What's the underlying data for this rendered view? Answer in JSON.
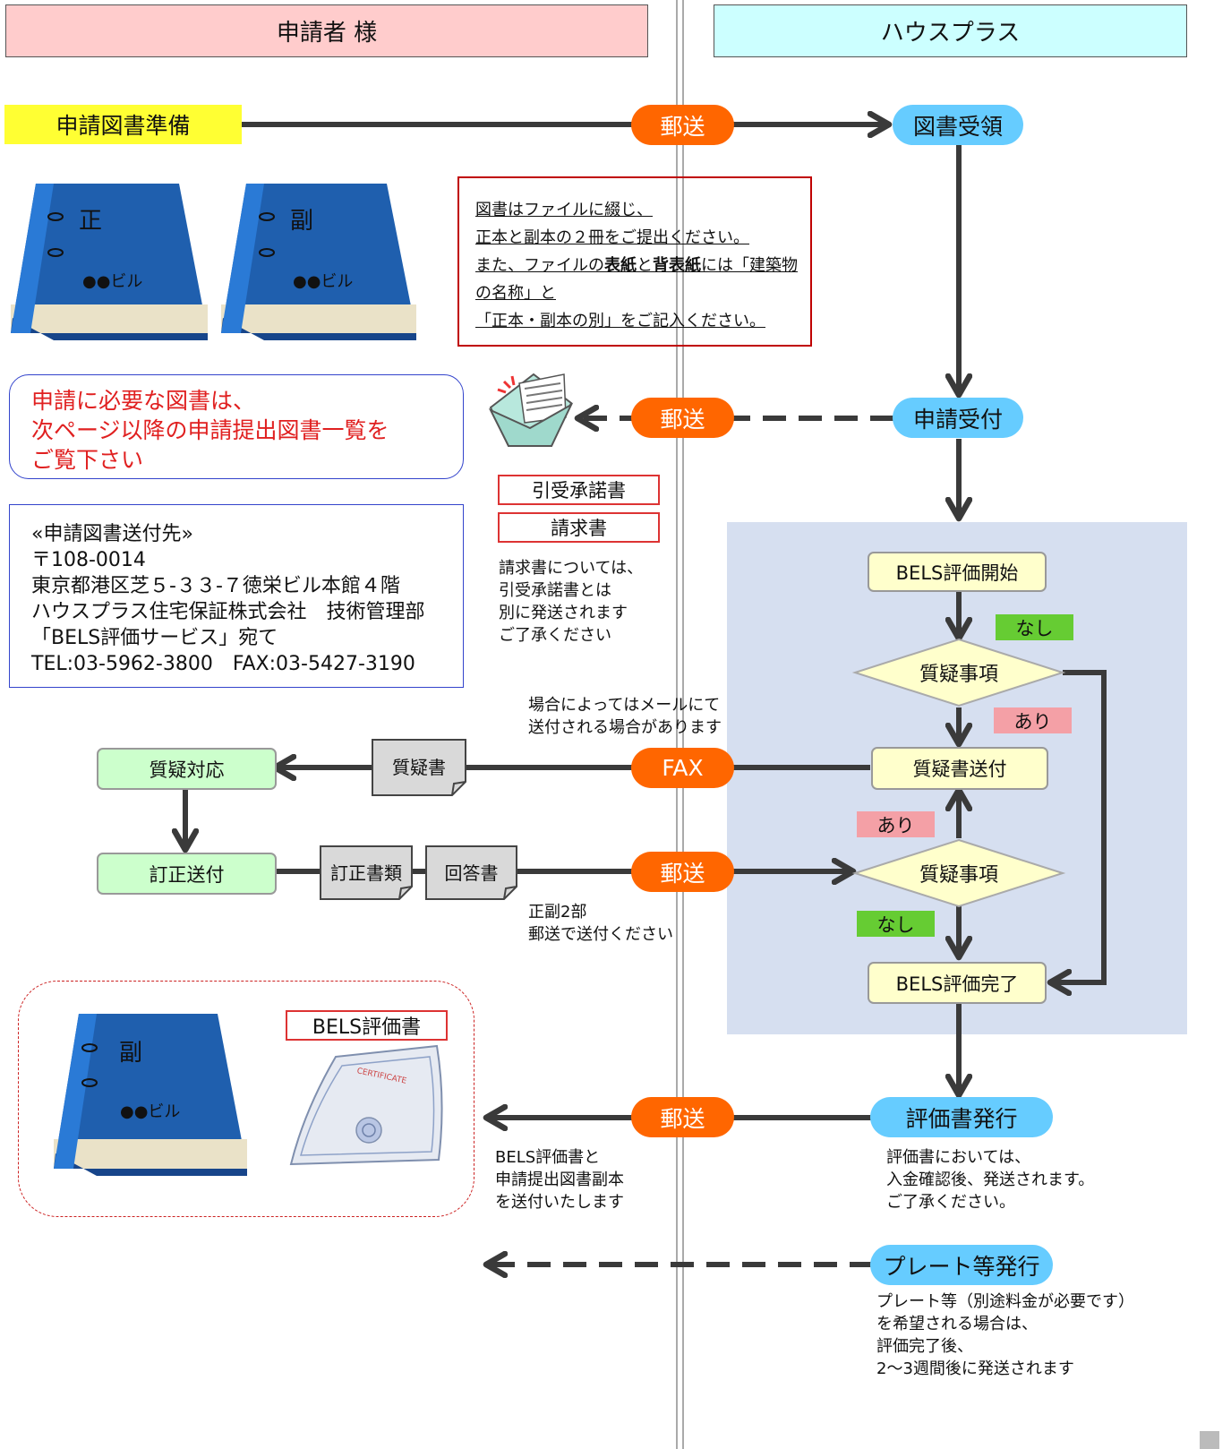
{
  "headers": {
    "left": "申請者 様",
    "right": "ハウスプラス"
  },
  "prep": "申請図書準備",
  "binders": {
    "seisho": "正",
    "fukusho": "副",
    "bldg": "●●ビル"
  },
  "pills": {
    "mail1": "郵送",
    "receipt": "図書受領",
    "mail2": "郵送",
    "accept": "申請受付",
    "fax": "FAX",
    "mail3": "郵送",
    "mail4": "郵送",
    "issue": "評価書発行",
    "plate": "プレート等発行"
  },
  "notice_lines": [
    "図書はファイルに綴じ、",
    "正本と副本の２冊をご提出ください。",
    "また、ファイルの",
    "表紙",
    "と",
    "背表紙",
    "には「建築物",
    "の名称」と",
    "「正本・副本の別」をご記入ください。"
  ],
  "required": "申請に必要な図書は、\n次ページ以降の申請提出図書一覧を\nご覧下さい",
  "address": "«申請図書送付先»\n〒108-0014\n東京都港区芝５-３３-７徳栄ビル本館４階\nハウスプラス住宅保証株式会社　技術管理部\n「BELS評価サービス」宛て\nTEL:03-5962-3800　FAX:03-5427-3190",
  "docs": {
    "acceptance": "引受承諾書",
    "invoice": "請求書"
  },
  "invoice_note": "請求書については、\n引受承諾書とは\n別に発送されます\nご了承ください",
  "flow": {
    "start": "BELS評価開始",
    "nashi1": "なし",
    "question1": "質疑事項",
    "ari1": "あり",
    "send_q": "質疑書送付",
    "ari2": "あり",
    "question2": "質疑事項",
    "nashi2": "なし",
    "complete": "BELS評価完了"
  },
  "email_note": "場合によってはメールにて\n送付される場合があります",
  "left_flow": {
    "respond": "質疑対応",
    "correct": "訂正送付"
  },
  "paper_docs": {
    "qdoc": "質疑書",
    "corr": "訂正書類",
    "answer": "回答書"
  },
  "copies_note": "正副2部\n郵送で送付ください",
  "result": {
    "cert_label": "BELS評価書",
    "cert_word": "CERTIFICATE",
    "binder_label": "副",
    "bldg": "●●ビル"
  },
  "send_note": "BELS評価書と\n申請提出図書副本\nを送付いたします",
  "issue_note": "評価書においては、\n入金確認後、発送されます。\nご了承ください。",
  "plate_note": "プレート等（別途料金が必要です）\nを希望される場合は、\n評価完了後、\n2～3週間後に発送されます",
  "colors": {
    "orange": "#ff6600",
    "blue": "#66ccff",
    "panel": "#d6dff0",
    "pink_header": "#ffcccc",
    "cyan_header": "#ccffff"
  }
}
